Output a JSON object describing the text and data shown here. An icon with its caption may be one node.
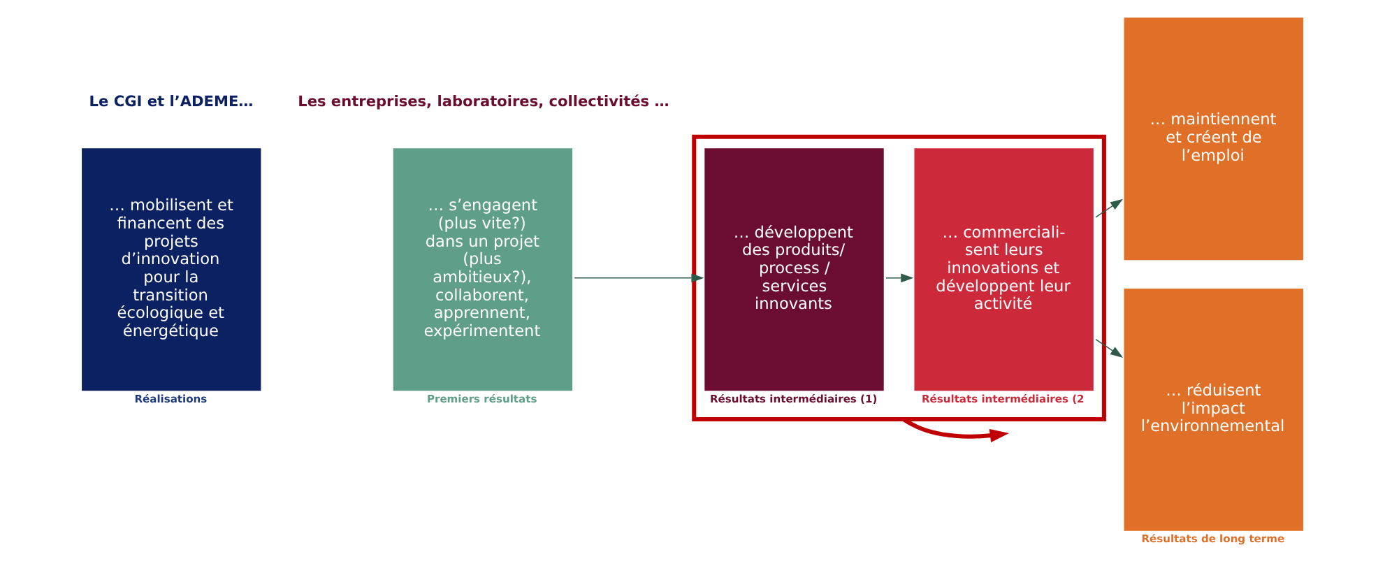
{
  "diagram": {
    "nodes": [
      {
        "text": [
          "… mobilisent et financent des projets d’innovation pour la transition écologique et énergétique"
        ],
        "beside": [
          "Réalisations"
        ]
      },
      {
        "text": [
          "… s’engagent (plus vite?) dans un projet (plus ambitieux?), collaborent, apprennent, expérimentent"
        ],
        "beside": [
          "Premiers résultats"
        ]
      },
      {
        "text": [],
        "shape": "box"
      },
      {
        "text": [
          "… développent des produits/ process / services innovants"
        ],
        "beside": [
          "Résultats intermédiaires (1)"
        ],
        "in": 2
      },
      {
        "text": [
          "… commerciali- sent leurs innovations et développent leur activité"
        ],
        "beside": [
          "Résultats intermédiaires (2"
        ],
        "in": 2
      },
      {
        "text": [
          "… maintiennent et créent de l’emploi"
        ]
      },
      {
        "text": [
          "… réduisent l’impact l’environnemental"
        ],
        "beside": [
          "Résultats de long terme"
        ]
      }
    ],
    "edges": [
      {
        "from": 1,
        "to": 3,
        "arrow": "to"
      },
      {
        "from": 3,
        "to": 4,
        "arrow": "to"
      },
      {
        "from": 4,
        "to": 5,
        "arrow": "to"
      },
      {
        "from": 4,
        "to": 6,
        "arrow": "to"
      },
      {
        "from": 2,
        "to": null,
        "arrow": "to",
        "style": "thick",
        "color": "#c00000"
      }
    ],
    "labels": [
      "Le CGI et l’ADEME…",
      "Les entreprises, laboratoires, collectivités …"
    ]
  }
}
